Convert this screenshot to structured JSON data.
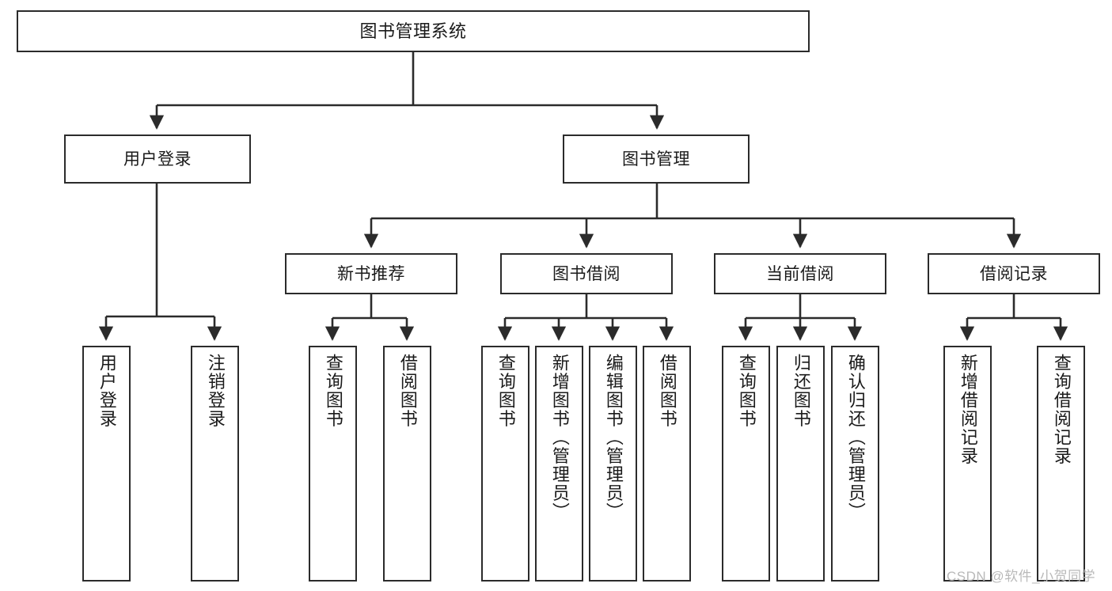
{
  "diagram": {
    "type": "tree",
    "title": "图书管理系统",
    "orientation": "top-down",
    "colors": {
      "node_border": "#2b2b2b",
      "node_fill": "#ffffff",
      "connector": "#2b2b2b",
      "text": "#1a1a1a",
      "watermark": "#b9b9b9"
    },
    "root": {
      "label": "图书管理系统"
    },
    "level1": [
      {
        "label": "用户登录"
      },
      {
        "label": "图书管理"
      }
    ],
    "level2": [
      {
        "label": "新书推荐"
      },
      {
        "label": "图书借阅"
      },
      {
        "label": "当前借阅"
      },
      {
        "label": "借阅记录"
      }
    ],
    "leaves": {
      "user_login": [
        {
          "label": "用户登录"
        },
        {
          "label": "注销登录"
        }
      ],
      "new_book_recommend": [
        {
          "label": "查询图书"
        },
        {
          "label": "借阅图书"
        }
      ],
      "book_borrow": [
        {
          "label": "查询图书"
        },
        {
          "label": "新增图书（管理员）"
        },
        {
          "label": "编辑图书（管理员）"
        },
        {
          "label": "借阅图书"
        }
      ],
      "current_borrow": [
        {
          "label": "查询图书"
        },
        {
          "label": "归还图书"
        },
        {
          "label": "确认归还（管理员）"
        }
      ],
      "borrow_record": [
        {
          "label": "新增借阅记录"
        },
        {
          "label": "查询借阅记录"
        }
      ]
    }
  },
  "watermark": {
    "text": "CSDN @软件_小贺同学"
  }
}
